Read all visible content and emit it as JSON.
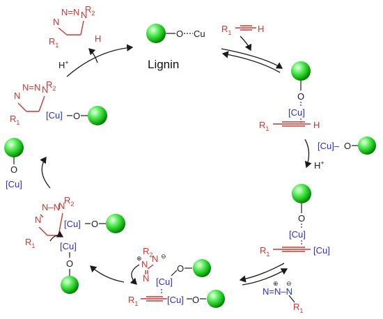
{
  "diagram": {
    "center_label": "Lignin",
    "reagents": {
      "alkyne": "R1—≡—H",
      "proton_top": "H+",
      "proton_right": "H+",
      "cu_side": "[Cu]–O"
    },
    "labels": {
      "cu": "Cu",
      "cu_bracket": "[Cu]",
      "o": "O",
      "h": "H",
      "r1": "R1",
      "r2": "R2",
      "r": "R",
      "sub1": "1",
      "sub2": "2",
      "n": "N",
      "plus": "+",
      "minus": "−"
    }
  },
  "colors": {
    "sphere_light": "#e9ffe9",
    "sphere_mid": "#5df05d",
    "sphere_dark": "#0a9a0a",
    "red": "#d0342c",
    "blue": "#2b2bd6"
  }
}
